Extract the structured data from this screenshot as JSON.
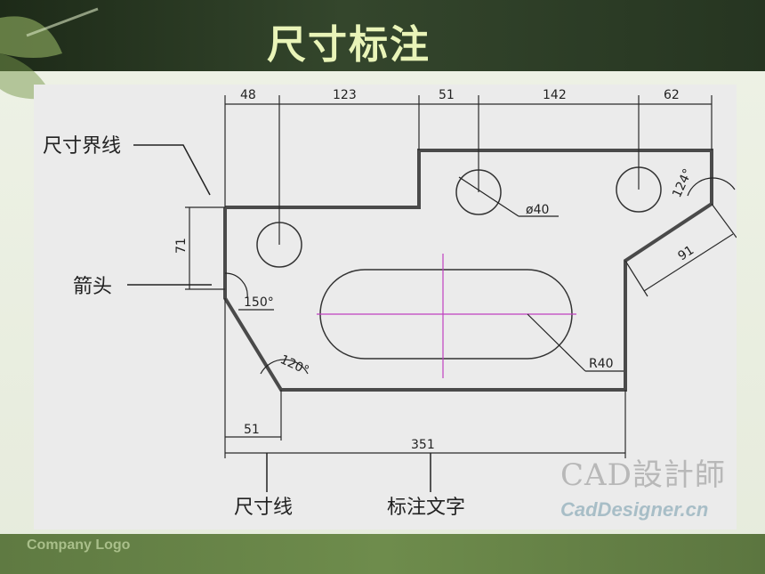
{
  "slide": {
    "title": "尺寸标注",
    "logo_text": "Company Logo"
  },
  "callouts": {
    "extension_line": "尺寸界线",
    "arrow": "箭头",
    "dimension_line": "尺寸线",
    "dimension_text": "标注文字"
  },
  "dimensions": {
    "top": [
      "48",
      "123",
      "51",
      "142",
      "62"
    ],
    "left_height": "71",
    "bottom_small": "51",
    "bottom_total": "351",
    "angle_left": "150°",
    "angle_bottom": "120°",
    "angle_right": "124°",
    "slant_length": "91",
    "hole_diameter": "ø40",
    "slot_radius": "R40"
  },
  "watermark": {
    "cn": "CAD設計師",
    "en": "CadDesigner.cn"
  },
  "colors": {
    "outline": "#4a4a4a",
    "dim": "#2a2a2a",
    "centerline": "#c040c0",
    "title": "#e9f4b8"
  }
}
